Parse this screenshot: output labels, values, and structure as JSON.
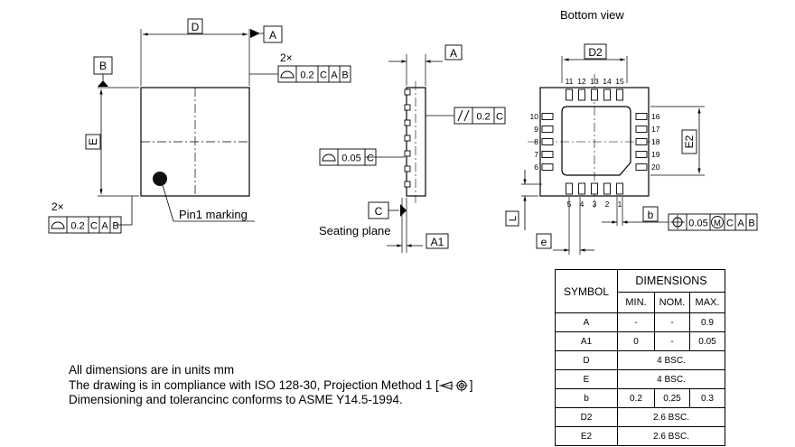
{
  "labels": {
    "bottom_view": "Bottom view",
    "pin1_marking": "Pin1 marking",
    "seating_plane": "Seating plane",
    "dim_D": "D",
    "dim_E": "E",
    "dim_D2": "D2",
    "dim_E2": "E2",
    "dim_A": "A",
    "dim_A1": "A1",
    "dim_L": "L",
    "dim_e": "e",
    "dim_b": "b",
    "datum_A": "A",
    "datum_B": "B",
    "datum_C": "C",
    "multiplier": "2×"
  },
  "tolerances": {
    "profile_top": [
      "0.2",
      "C",
      "A",
      "B"
    ],
    "profile_left": [
      "0.2",
      "C",
      "A",
      "B"
    ],
    "parallelism": [
      "0.2",
      "C"
    ],
    "profile_side": [
      "0.05",
      "C"
    ],
    "position": [
      "0.05",
      "M",
      "C",
      "A",
      "B"
    ]
  },
  "pins": {
    "top": [
      "11",
      "12",
      "13",
      "14",
      "15"
    ],
    "left": [
      "10",
      "9",
      "8",
      "7",
      "6"
    ],
    "right": [
      "16",
      "17",
      "18",
      "19",
      "20"
    ],
    "bottom": [
      "5",
      "4",
      "3",
      "2",
      "1"
    ]
  },
  "notes": [
    "All dimensions are in units mm",
    "The drawing is in compliance with ISO 128-30, Projection Method 1 [",
    "]",
    "Dimensioning and tolerancinc conforms to ASME Y14.5-1994."
  ],
  "table": {
    "header_symbol": "SYMBOL",
    "header_dimensions": "DIMENSIONS",
    "sub": [
      "MIN.",
      "NOM.",
      "MAX."
    ],
    "rows": [
      {
        "symbol": "A",
        "min": "-",
        "nom": "-",
        "max": "0.9"
      },
      {
        "symbol": "A1",
        "min": "0",
        "nom": "-",
        "max": "0.05"
      },
      {
        "symbol": "D",
        "span": "4 BSC."
      },
      {
        "symbol": "E",
        "span": "4 BSC."
      },
      {
        "symbol": "b",
        "min": "0.2",
        "nom": "0.25",
        "max": "0.3"
      },
      {
        "symbol": "D2",
        "span": "2.6 BSC."
      },
      {
        "symbol": "E2",
        "span": "2.6 BSC."
      }
    ]
  }
}
